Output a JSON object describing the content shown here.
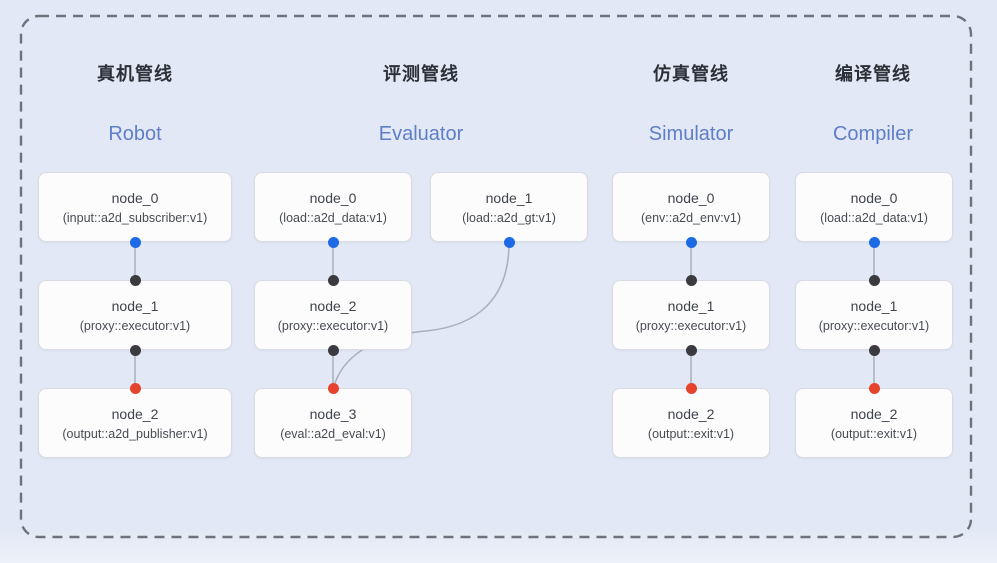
{
  "colors": {
    "bg": "#e3e8f6",
    "bg_bottom": "#edf1f9",
    "frame": "#6e737b",
    "edge": "#a9afbb",
    "title": "#2b2f36",
    "accent": "#5e7ec7",
    "box_bg": "#fcfcfd",
    "box_border": "#d8dbe2",
    "node_text": "#3f444b",
    "node_sub": "#474c53",
    "port_output": "#1d6ae5",
    "port_mid": "#3b3b3f",
    "port_final": "#e6432e"
  },
  "columns": [
    {
      "title_zh": "真机管线",
      "title_en": "Robot",
      "nodes": [
        {
          "title": "node_0",
          "subtitle": "(input::a2d_subscriber:v1)"
        },
        {
          "title": "node_1",
          "subtitle": "(proxy::executor:v1)"
        },
        {
          "title": "node_2",
          "subtitle": "(output::a2d_publisher:v1)"
        }
      ]
    },
    {
      "title_zh": "评测管线",
      "title_en": "Evaluator",
      "nodes": [
        {
          "title": "node_0",
          "subtitle": "(load::a2d_data:v1)"
        },
        {
          "title": "node_1",
          "subtitle": "(load::a2d_gt:v1)"
        },
        {
          "title": "node_2",
          "subtitle": "(proxy::executor:v1)"
        },
        {
          "title": "node_3",
          "subtitle": "(eval::a2d_eval:v1)"
        }
      ]
    },
    {
      "title_zh": "仿真管线",
      "title_en": "Simulator",
      "nodes": [
        {
          "title": "node_0",
          "subtitle": "(env::a2d_env:v1)"
        },
        {
          "title": "node_1",
          "subtitle": "(proxy::executor:v1)"
        },
        {
          "title": "node_2",
          "subtitle": "(output::exit:v1)"
        }
      ]
    },
    {
      "title_zh": "编译管线",
      "title_en": "Compiler",
      "nodes": [
        {
          "title": "node_0",
          "subtitle": "(load::a2d_data:v1)"
        },
        {
          "title": "node_1",
          "subtitle": "(proxy::executor:v1)"
        },
        {
          "title": "node_2",
          "subtitle": "(output::exit:v1)"
        }
      ]
    }
  ]
}
